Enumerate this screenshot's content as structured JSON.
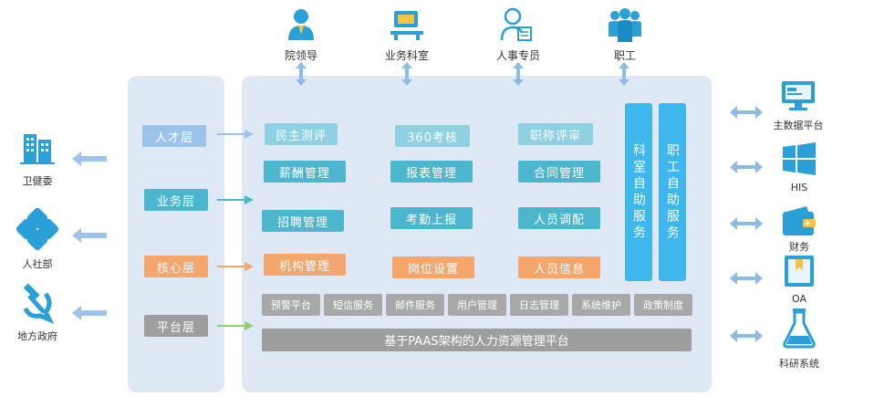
{
  "top_roles": [
    {
      "label": "院领导",
      "icon": "leader-icon"
    },
    {
      "label": "业务科室",
      "icon": "department-icon"
    },
    {
      "label": "人事专员",
      "icon": "hr-specialist-icon"
    },
    {
      "label": "职工",
      "icon": "staff-icon"
    }
  ],
  "layers": [
    "人才层",
    "业务层",
    "核心层",
    "平台层"
  ],
  "talent_row": [
    "民主测评",
    "360考核",
    "职称评审"
  ],
  "business_row1": [
    "薪酬管理",
    "报表管理",
    "合同管理"
  ],
  "business_row2": [
    "招聘管理",
    "考勤上报",
    "人员调配"
  ],
  "core_row": [
    "机构管理",
    "岗位设置",
    "人员信息"
  ],
  "platform_modules": [
    "预警平台",
    "短信服务",
    "邮件服务",
    "用户管理",
    "日志管理",
    "系统维护",
    "政策制度"
  ],
  "platform_base": "基于PAAS架构的人力资源管理平台",
  "self_service": [
    "科室自助服务",
    "职工自助服务"
  ],
  "left_orgs": [
    {
      "label": "卫健委",
      "icon": "building-icon"
    },
    {
      "label": "人社部",
      "icon": "social-security-icon"
    },
    {
      "label": "地方政府",
      "icon": "party-emblem-icon"
    }
  ],
  "right_systems": [
    {
      "label": "主数据平台",
      "icon": "monitor-icon"
    },
    {
      "label": "HIS",
      "icon": "windows-icon"
    },
    {
      "label": "财务",
      "icon": "wallet-icon"
    },
    {
      "label": "OA",
      "icon": "book-icon"
    },
    {
      "label": "科研系统",
      "icon": "flask-icon"
    }
  ],
  "colors": {
    "panel": "#dfe9f5",
    "teal": "#4db6cf",
    "orange": "#f4a66d",
    "blue": "#3db7ec",
    "gray": "#9e9e9e"
  }
}
